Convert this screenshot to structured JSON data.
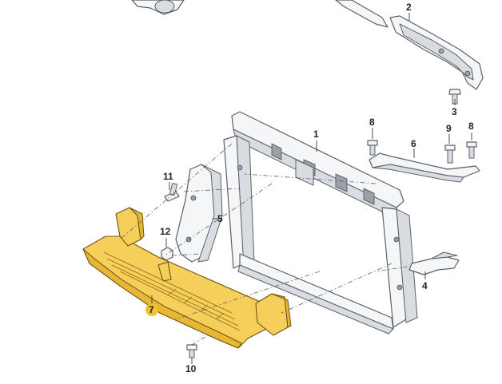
{
  "callouts": {
    "c1": "1",
    "c2": "2",
    "c3": "3",
    "c4": "4",
    "c5": "5",
    "c6": "6",
    "c7": "7",
    "c8a": "8",
    "c8b": "8",
    "c9": "9",
    "c10": "10",
    "c11": "11",
    "c12": "12"
  },
  "colors": {
    "highlight_part": "#f6cf5a",
    "highlight_badge": "#f2c037",
    "line": "#5b6068"
  }
}
